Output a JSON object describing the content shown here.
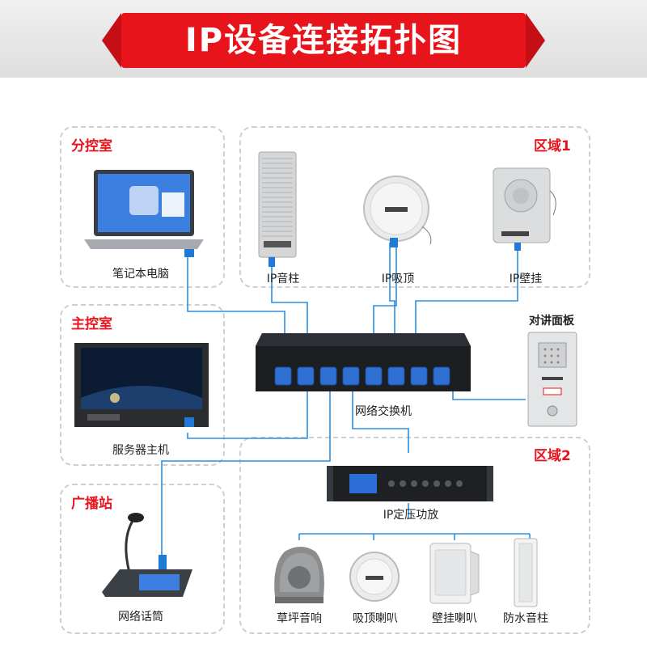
{
  "title": "IP设备连接拓扑图",
  "zones": {
    "branch_control": "分控室",
    "area1": "区域1",
    "main_control": "主控室",
    "area2": "区域2",
    "broadcast_station": "广播站"
  },
  "devices": {
    "laptop": "笔记本电脑",
    "ip_column_speaker": "IP音柱",
    "ip_ceiling": "IP吸顶",
    "ip_wall": "IP壁挂",
    "intercom_panel": "对讲面板",
    "server": "服务器主机",
    "switch": "网络交换机",
    "amplifier": "IP定压功放",
    "mic": "网络话筒",
    "lawn_speaker": "草坪音响",
    "ceiling_speaker": "吸顶喇叭",
    "wall_speaker": "壁挂喇叭",
    "waterproof_column": "防水音柱"
  },
  "colors": {
    "accent": "#e8141c",
    "wire": "#2b8fe0",
    "connector": "#1f7ad6"
  }
}
